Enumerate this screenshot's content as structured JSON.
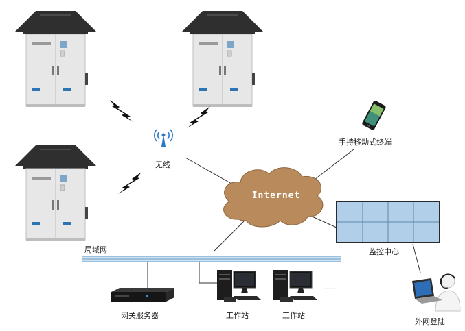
{
  "labels": {
    "wireless": "无线",
    "internet": "Internet",
    "mobile_terminal": "手持移动式终端",
    "monitoring_center": "监控中心",
    "lan": "局域网",
    "gateway_server": "网关服务器",
    "workstation_1": "工作站",
    "workstation_2": "工作站",
    "ellipsis": "......",
    "remote_login": "外网登陆"
  },
  "colors": {
    "roof": "#2f2f30",
    "cabinet": "#e6e6e6",
    "cloud": "#b88a5c",
    "wall_screen": "#8fb9dd",
    "lan_bar": "#cfe2f1",
    "lightning": "#111111",
    "line": "#333333",
    "antenna": "#2b78c5"
  },
  "icons": {
    "cabinet": "outdoor-cabinet-icon",
    "lightning": "lightning-bolt-icon",
    "antenna": "wireless-antenna-icon",
    "phone": "smartphone-icon",
    "screen": "video-wall-icon",
    "server": "rack-server-icon",
    "workstation": "desktop-computer-icon",
    "remote_user": "headset-user-icon"
  }
}
